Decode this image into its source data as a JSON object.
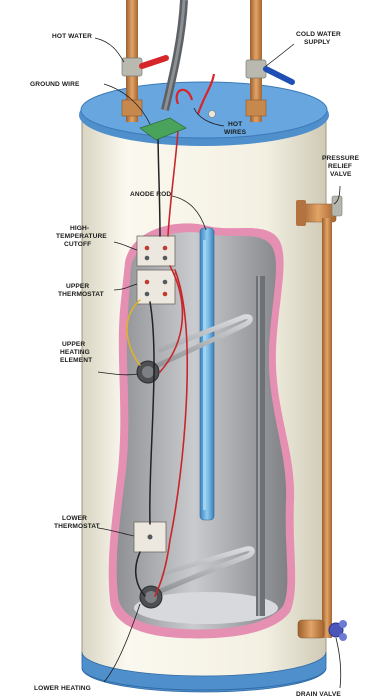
{
  "labels": {
    "hot_water": "HOT WATER",
    "cold_water_1": "COLD WATER",
    "cold_water_2": "SUPPLY",
    "ground_wire": "GROUND WIRE",
    "hot_wires_1": "HOT",
    "hot_wires_2": "WIRES",
    "pressure_1": "PRESSURE",
    "pressure_2": "RELIEF",
    "pressure_3": "VALVE",
    "anode_rod": "ANODE ROD",
    "high_temp_1": "HIGH-",
    "high_temp_2": "TEMPERATURE",
    "high_temp_3": "CUTOFF",
    "upper_thermostat_1": "UPPER",
    "upper_thermostat_2": "THERMOSTAT",
    "upper_element_1": "UPPER",
    "upper_element_2": "HEATING",
    "upper_element_3": "ELEMENT",
    "lower_thermostat_1": "LOWER",
    "lower_thermostat_2": "THERMOSTAT",
    "lower_heating": "LOWER HEATING",
    "drain_valve": "DRAIN VALVE"
  },
  "colors": {
    "tank_body": "#f6f3e6",
    "tank_top": "#5b9ad6",
    "interior": "#a7a9ac",
    "inner_lining": "#e58fb3",
    "copper_pipe": "#c98a4f",
    "anode_rod": "#5aa7d8",
    "hot_valve_handle": "#d6262b",
    "cold_valve_handle": "#1f4fb3"
  }
}
